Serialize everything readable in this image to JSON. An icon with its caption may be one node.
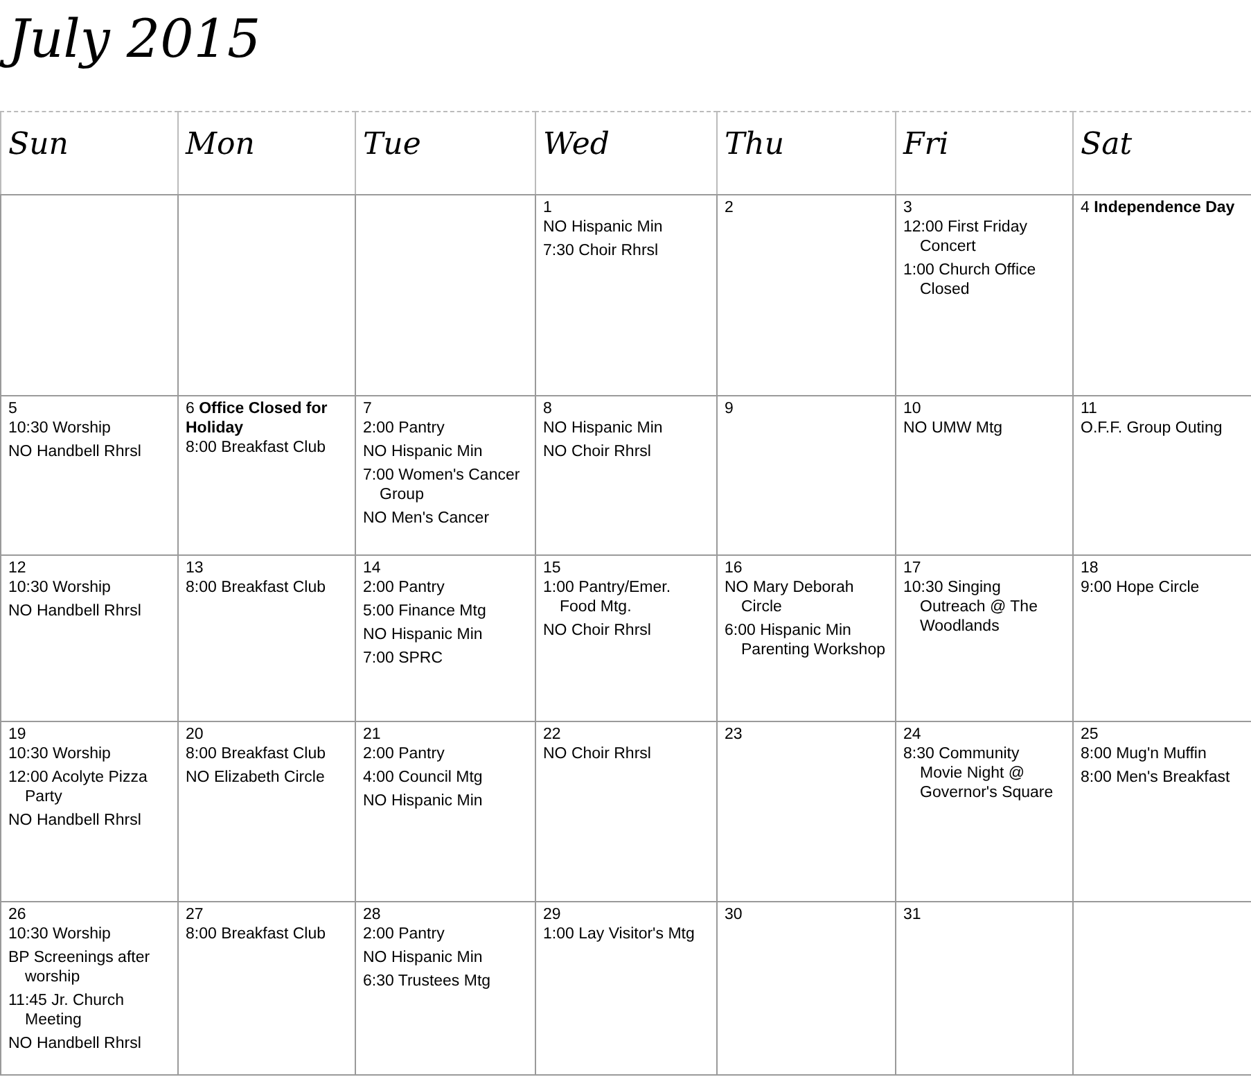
{
  "diagram": {
    "title": "July 2015",
    "nodes": [
      {
        "text": [
          "Sun"
        ]
      },
      {
        "text": [
          "Mon"
        ]
      },
      {
        "text": [
          "Tue"
        ]
      },
      {
        "text": [
          "Wed"
        ]
      },
      {
        "text": [
          "Thu"
        ]
      },
      {
        "text": [
          "Fri"
        ]
      },
      {
        "text": [
          "Sat"
        ]
      },
      {
        "text": [],
        "shape": "box"
      },
      {
        "text": [],
        "shape": "box"
      },
      {
        "text": [],
        "shape": "box"
      },
      {
        "text": [
          "1",
          "NO Hispanic Min",
          "7:30 Choir Rhrsl"
        ]
      },
      {
        "text": [
          "2"
        ]
      },
      {
        "text": [
          "3",
          "12:00 First Friday Concert",
          "1:00 Church Office Closed"
        ]
      },
      {
        "text": [
          "4 **Independence Day**"
        ]
      },
      {
        "text": [
          "5",
          "10:30 Worship",
          "NO Handbell Rhrsl"
        ]
      },
      {
        "text": [
          "6 **Office Closed for Holiday**",
          "8:00 Breakfast Club"
        ]
      },
      {
        "text": [
          "7",
          "2:00 Pantry",
          "NO Hispanic Min",
          "7:00 Women's Cancer Group",
          "NO Men's Cancer"
        ]
      },
      {
        "text": [
          "8",
          "NO Hispanic Min",
          "NO Choir Rhrsl"
        ]
      },
      {
        "text": [
          "9"
        ]
      },
      {
        "text": [
          "10",
          "NO UMW Mtg"
        ]
      },
      {
        "text": [
          "11",
          "O.F.F. Group Outing"
        ]
      },
      {
        "text": [
          "12",
          "10:30 Worship",
          "NO Handbell Rhrsl"
        ]
      },
      {
        "text": [
          "13",
          "8:00 Breakfast Club"
        ]
      },
      {
        "text": [
          "14",
          "2:00 Pantry",
          "5:00 Finance Mtg",
          "NO Hispanic Min",
          "7:00 SPRC"
        ]
      },
      {
        "text": [
          "15",
          "1:00 Pantry/Emer. Food Mtg.",
          "NO Choir Rhrsl"
        ]
      },
      {
        "text": [
          "16",
          "NO Mary Deborah Circle",
          "6:00 Hispanic Min Parenting Workshop"
        ]
      },
      {
        "text": [
          "17",
          "10:30 Singing Outreach @ The Woodlands"
        ]
      },
      {
        "text": [
          "18",
          "9:00 Hope Circle"
        ]
      },
      {
        "text": [
          "19",
          "10:30 Worship",
          "12:00 Acolyte Pizza Party",
          "NO Handbell Rhrsl"
        ]
      },
      {
        "text": [
          "20",
          "8:00 Breakfast Club",
          "NO Elizabeth Circle"
        ]
      },
      {
        "text": [
          "21",
          "2:00 Pantry",
          "4:00 Council Mtg",
          "NO Hispanic Min"
        ]
      },
      {
        "text": [
          "22",
          "NO Choir Rhrsl"
        ]
      },
      {
        "text": [
          "23"
        ]
      },
      {
        "text": [
          "24",
          "8:30 Community Movie Night @ Governor's Square"
        ]
      },
      {
        "text": [
          "25",
          "8:00 Mug'n Muffin",
          "8:00 Men's Breakfast"
        ]
      },
      {
        "text": [
          "26",
          "10:30 Worship",
          "BP Screenings after worship",
          "11:45 Jr. Church Meeting",
          "NO Handbell Rhrsl"
        ]
      },
      {
        "text": [
          "27",
          "8:00 Breakfast Club"
        ]
      },
      {
        "text": [
          "28",
          "2:00 Pantry",
          "NO Hispanic Min",
          "6:30 Trustees Mtg"
        ]
      },
      {
        "text": [
          "29",
          "1:00 Lay Visitor's Mtg"
        ]
      },
      {
        "text": [
          "30"
        ]
      },
      {
        "text": [
          "31"
        ]
      },
      {
        "text": [],
        "shape": "box"
      }
    ]
  }
}
